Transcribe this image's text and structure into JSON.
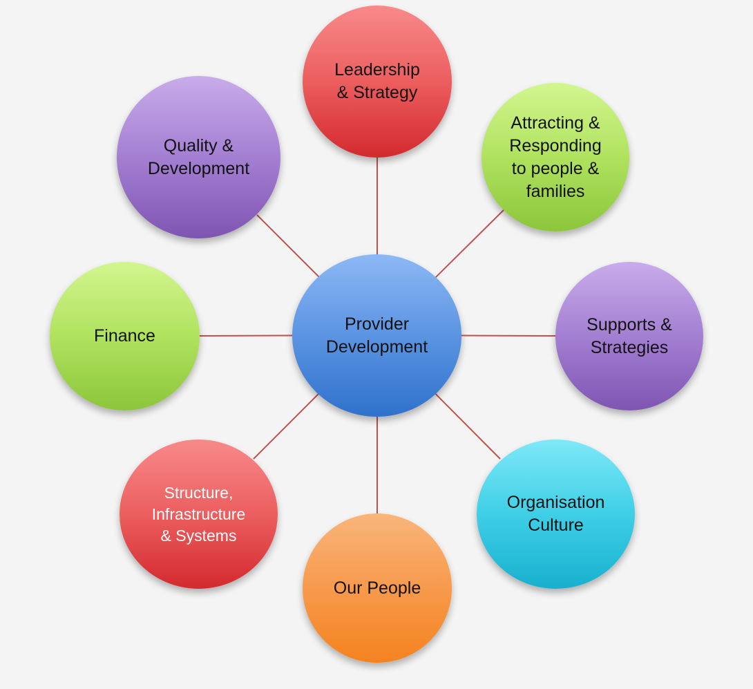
{
  "center": {
    "label": "Provider\nDevelopment"
  },
  "nodes": {
    "leadership": "Leadership\n& Strategy",
    "attracting": "Attracting &\nResponding\nto people &\nfamilies",
    "supports": "Supports &\nStrategies",
    "culture": "Organisation\nCulture",
    "people": "Our People",
    "structure": "Structure,\nInfrastructure\n& Systems",
    "finance": "Finance",
    "quality": "Quality &\nDevelopment"
  },
  "colors": {
    "connector": "#c0504d",
    "background": "#f4f4f4"
  }
}
